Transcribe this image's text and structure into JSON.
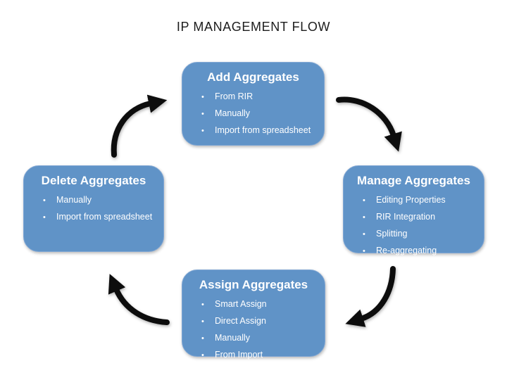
{
  "title": "IP MANAGEMENT FLOW",
  "bullet": "•",
  "colors": {
    "box_fill": "#6093c7",
    "box_border": "#7fa6d4",
    "box_text": "#ffffff",
    "arrow": "#0d0d0d",
    "title_text": "#1c1c1c",
    "background": "#ffffff"
  },
  "boxes": [
    {
      "id": "add",
      "title": "Add Aggregates",
      "items": [
        "From RIR",
        "Manually",
        "Import from spreadsheet"
      ]
    },
    {
      "id": "manage",
      "title": "Manage Aggregates",
      "items": [
        "Editing Properties",
        "RIR Integration",
        "Splitting",
        "Re-aggregating"
      ]
    },
    {
      "id": "assign",
      "title": "Assign Aggregates",
      "items": [
        "Smart Assign",
        "Direct Assign",
        "Manually",
        "From Import"
      ]
    },
    {
      "id": "delete",
      "title": "Delete Aggregates",
      "items": [
        "Manually",
        "Import from spreadsheet"
      ]
    }
  ],
  "arrows": [
    {
      "from": "Add Aggregates",
      "to": "Manage Aggregates"
    },
    {
      "from": "Manage Aggregates",
      "to": "Assign Aggregates"
    },
    {
      "from": "Assign Aggregates",
      "to": "Delete Aggregates"
    },
    {
      "from": "Delete Aggregates",
      "to": "Add Aggregates"
    }
  ]
}
